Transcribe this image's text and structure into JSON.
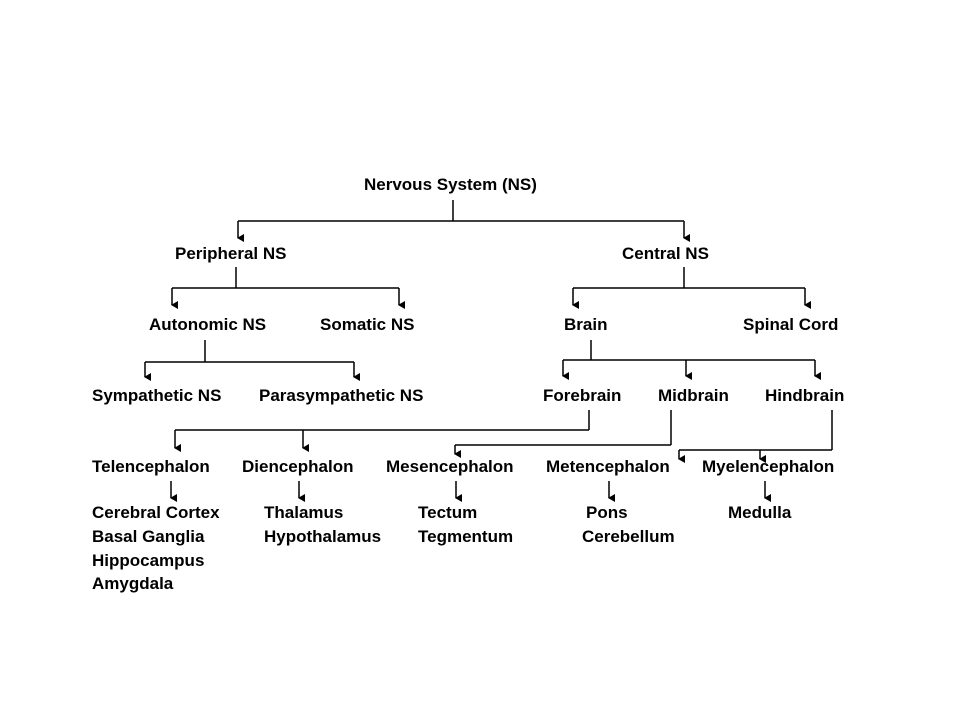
{
  "diagram": {
    "root": "Nervous System (NS)",
    "level1": {
      "peripheral": "Peripheral NS",
      "central": "Central NS"
    },
    "level2": {
      "autonomic": "Autonomic NS",
      "somatic": "Somatic NS",
      "brain": "Brain",
      "spinal_cord": "Spinal Cord"
    },
    "level3": {
      "sympathetic": "Sympathetic NS",
      "parasympathetic": "Parasympathetic NS",
      "forebrain": "Forebrain",
      "midbrain": "Midbrain",
      "hindbrain": "Hindbrain"
    },
    "level4": {
      "telencephalon": "Telencephalon",
      "diencephalon": "Diencephalon",
      "mesencephalon": "Mesencephalon",
      "metencephalon": "Metencephalon",
      "myelencephalon": "Myelencephalon"
    },
    "structures": {
      "telencephalon": [
        "Cerebral Cortex",
        "Basal Ganglia",
        "Hippocampus",
        "Amygdala"
      ],
      "diencephalon": [
        "Thalamus",
        "Hypothalamus"
      ],
      "mesencephalon": [
        "Tectum",
        "Tegmentum"
      ],
      "metencephalon": [
        "Pons",
        "Cerebellum"
      ],
      "myelencephalon": [
        "Medulla"
      ]
    },
    "line_color": "#000000",
    "text_color": "#000000"
  }
}
